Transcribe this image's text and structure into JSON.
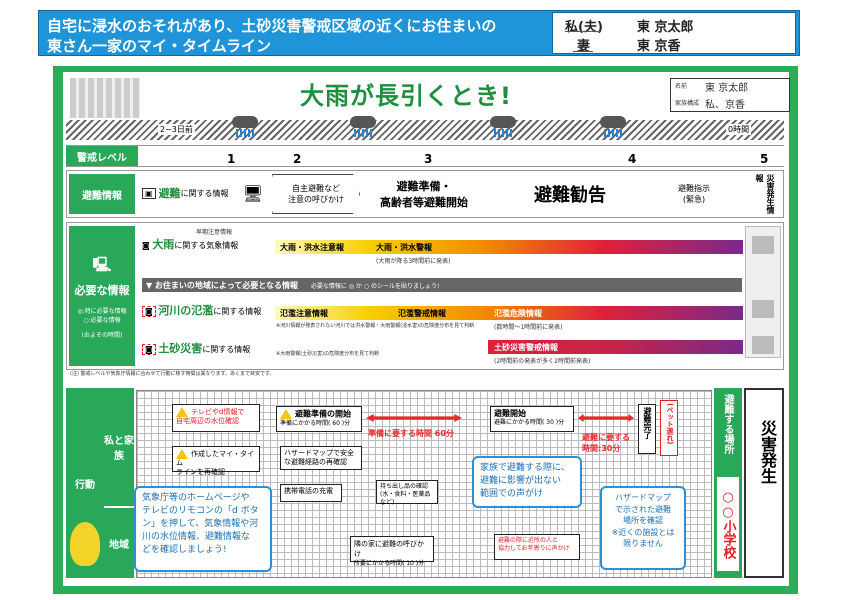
{
  "header": {
    "line1": "自宅に浸水のおそれがあり、土砂災害警戒区域の近くにお住まいの",
    "line2": "東さん一家のマイ・タイムライン",
    "self_label": "私(夫)",
    "self_name": "東 京太郎",
    "spouse_label": "妻",
    "spouse_name": "東 京香"
  },
  "title": "大雨が長引くとき!",
  "namebox": {
    "name_label": "名前",
    "name_value": "東 京太郎",
    "family_label": "家族構成",
    "family_value": "私、京香"
  },
  "timeline": {
    "start": "2~3日前",
    "end": "0時間"
  },
  "levels": {
    "label": "警戒レベル",
    "values": [
      "1",
      "2",
      "3",
      "4",
      "5"
    ]
  },
  "evac": {
    "label": "避難情報",
    "item1_em": "避難",
    "item1": "に関する情報",
    "item2": "自主避難など\n注意の呼びかけ",
    "item3": "避難準備・\n高齢者等避難開始",
    "item4": "避難勧告",
    "item5": "避難指示\n(緊急)",
    "item6": "災害発生情報"
  },
  "needed": {
    "label": "必要な情報",
    "legend1": "◎:特に必要な情報",
    "legend2": "○:必要な情報",
    "legend3": "(およその時間)"
  },
  "rain": {
    "em": "大雨",
    "label": "に関する気象情報",
    "pre": "早期注意情報",
    "step1": "大雨・洪水注意報",
    "step2": "大雨・洪水警報",
    "note": "(大雨が降る3時間前に発表)"
  },
  "area_bar": {
    "text": "▼ お住まいの地域によって必要となる情報",
    "sub": "必要な情報に ◎ か ○ のシールを貼りましょう!"
  },
  "river": {
    "em": "河川の氾濫",
    "label": "に関する情報",
    "step1": "氾濫注意情報",
    "step2": "氾濫警戒情報",
    "step3": "氾濫危険情報",
    "note1": "※河川情報が発表されない河川では洪水警報・大雨警報(浸水害)の危険度分布を見て判断",
    "note3": "(数時間〜1時間前に発表)"
  },
  "landslide": {
    "em": "土砂災害",
    "label": "に関する情報",
    "step1": "土砂災害警戒情報",
    "note0": "※大雨警報(土砂災害)の危険度分布を見て判断",
    "note1": "(2時間前の発表が多く2時間前発表)"
  },
  "footnote": "(注) 警戒レベルや気象庁情報に合わせて行動に移す時間は異なります。あくまで目安です。",
  "action": {
    "label": "行動",
    "self": "私と家族",
    "region": "地域"
  },
  "cards": {
    "c1": "テレビやd情報で\n自宅周辺の水位確認",
    "c2": "作成したマイ・タイム\nラインを再確認",
    "c3": "避難準備の開始",
    "c3b": "準備にかかる時間( 60 )分",
    "c4": "ハザードマップで安全\nな避難経路の再確認",
    "c5": "携帯電話の充電",
    "c6": "持ち出し品の確認\n(水・食料・医薬品など)",
    "c7": "避難開始",
    "c7b": "避難にかかる時間( 30 )分",
    "c8": "避難完了",
    "c9": "(ペット連れ)",
    "c10": "隣の家に避難の呼びかけ",
    "c10b": "所要にかかる時間( 10 )分",
    "c11": "避難の際に近所の人と\n協力してお年寄りに声かけ"
  },
  "red": {
    "r1": "準備に要する時間 60分",
    "r2": "避難に要する時間:30分"
  },
  "bubbles": {
    "b1": "気象庁等のホームページや\nテレビのリモコンの「d ボタ\nン」を押して、気象情報や河\n川の水位情報、避難情報な\nどを確認しましょう!",
    "b2": "家族で避難する際に、\n避難に影響が出ない\n範囲での声がけ",
    "b3": "ハザードマップ\nで示された避難\n場所を確認\n※近くの施設とは\n限りません"
  },
  "shelter": {
    "label": "避難する場所",
    "value": "○○小学校"
  },
  "disaster": "災害発生"
}
